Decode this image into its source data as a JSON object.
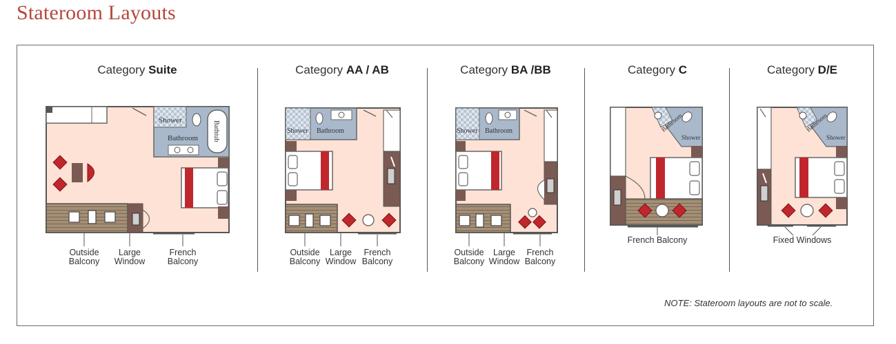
{
  "page_title": "Stateroom Layouts",
  "note": "NOTE: Stateroom layouts are not to scale.",
  "categories": [
    {
      "prefix": "Category ",
      "name": "Suite"
    },
    {
      "prefix": "Category ",
      "name": "AA / AB"
    },
    {
      "prefix": "Category ",
      "name": "BA /BB"
    },
    {
      "prefix": "Category ",
      "name": "C"
    },
    {
      "prefix": "Category ",
      "name": "D/E"
    }
  ],
  "room_labels": {
    "shower": "Shower",
    "bathroom": "Bathroom",
    "bathtub": "Bathtub"
  },
  "callouts": {
    "outside_balcony_1": "Outside",
    "outside_balcony_2": "Balcony",
    "large_window_1": "Large",
    "large_window_2": "Window",
    "french_balcony_1": "French",
    "french_balcony_2": "Balcony",
    "french_balcony": "French Balcony",
    "fixed_windows": "Fixed Windows"
  },
  "colors": {
    "title": "#b5473c",
    "floor": "#fde2d5",
    "bath": "#a9b9cb",
    "deck": "#a48f76",
    "wood": "#7a5a52",
    "red": "#c0272d"
  }
}
